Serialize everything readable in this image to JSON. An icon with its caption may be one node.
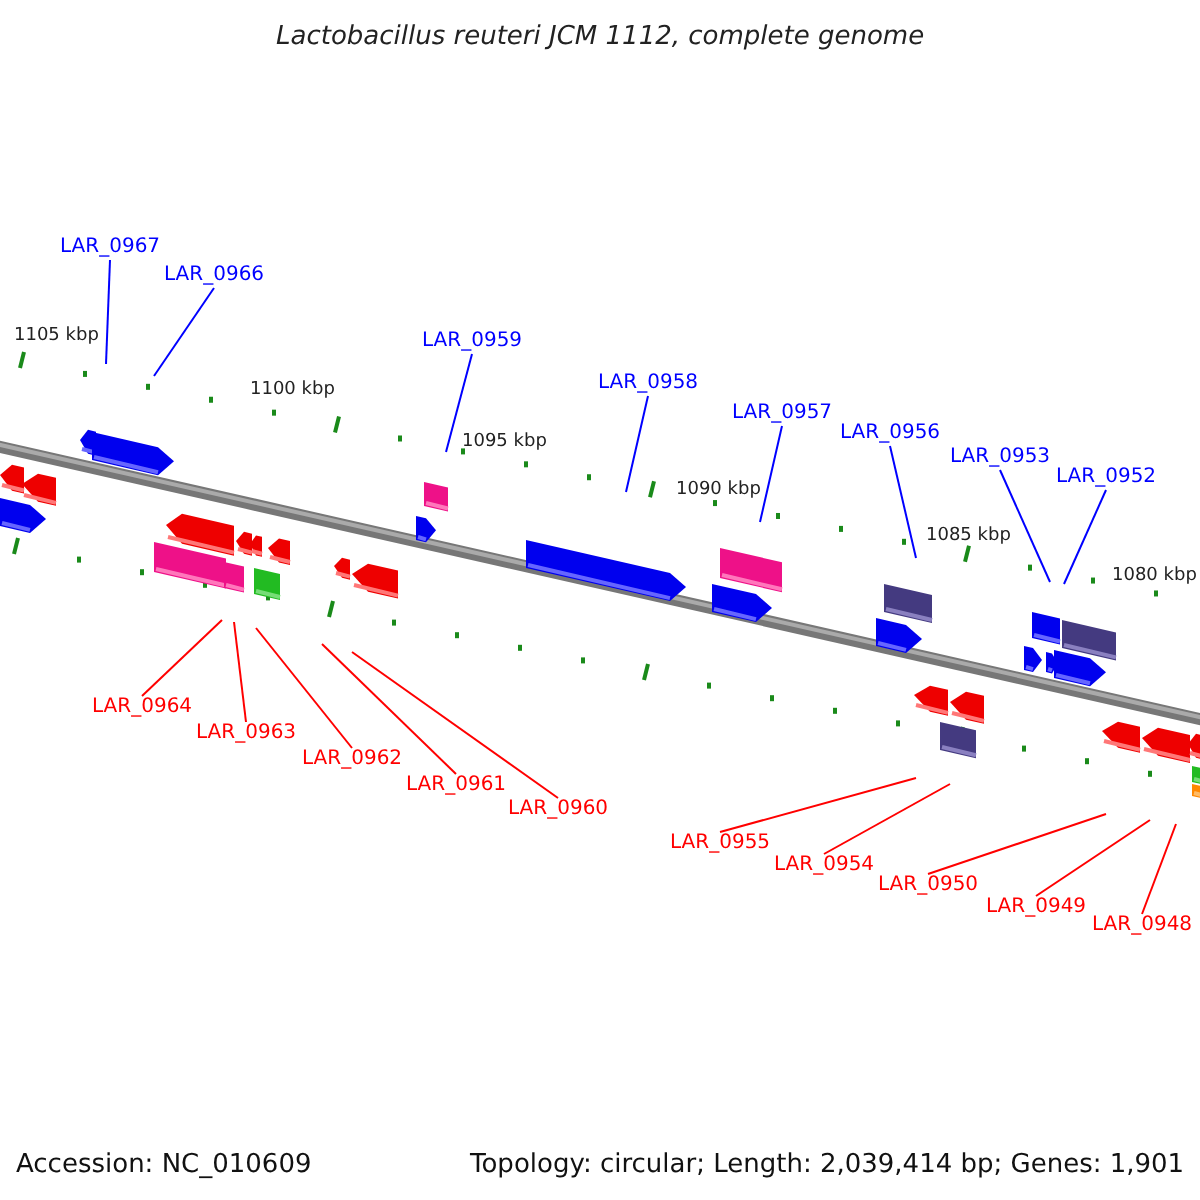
{
  "diagram": {
    "title": "Lactobacillus reuteri JCM 1112, complete genome",
    "nodes": [
      {
        "text": [
          "LAR_0967"
        ]
      },
      {
        "text": [
          "LAR_0966"
        ]
      },
      {
        "text": [
          "LAR_0959"
        ]
      },
      {
        "text": [
          "LAR_0958"
        ]
      },
      {
        "text": [
          "LAR_0957"
        ]
      },
      {
        "text": [
          "LAR_0956"
        ]
      },
      {
        "text": [
          "LAR_0953"
        ]
      },
      {
        "text": [
          "LAR_0952"
        ]
      },
      {
        "text": [
          "LAR_0964"
        ]
      },
      {
        "text": [
          "LAR_0963"
        ]
      },
      {
        "text": [
          "LAR_0962"
        ]
      },
      {
        "text": [
          "LAR_0961"
        ]
      },
      {
        "text": [
          "LAR_0960"
        ]
      },
      {
        "text": [
          "LAR_0955"
        ]
      },
      {
        "text": [
          "LAR_0954"
        ]
      },
      {
        "text": [
          "LAR_0950"
        ]
      },
      {
        "text": [
          "LAR_0949"
        ]
      },
      {
        "text": [
          "LAR_0948"
        ]
      }
    ],
    "edges": [
      {
        "from": 0,
        "to": null,
        "arrow": "none",
        "color": "#0000ff"
      },
      {
        "from": 1,
        "to": null,
        "arrow": "none",
        "color": "#0000ff"
      },
      {
        "from": 2,
        "to": null,
        "arrow": "none",
        "color": "#0000ff"
      },
      {
        "from": 3,
        "to": null,
        "arrow": "none",
        "color": "#0000ff"
      },
      {
        "from": 4,
        "to": null,
        "arrow": "none",
        "color": "#0000ff"
      },
      {
        "from": 5,
        "to": null,
        "arrow": "none",
        "color": "#0000ff"
      },
      {
        "from": 6,
        "to": null,
        "arrow": "none",
        "color": "#0000ff"
      },
      {
        "from": 7,
        "to": null,
        "arrow": "none",
        "color": "#0000ff"
      },
      {
        "from": 8,
        "to": null,
        "arrow": "none"
      },
      {
        "from": 9,
        "to": null,
        "arrow": "none"
      },
      {
        "from": 10,
        "to": null,
        "arrow": "none"
      },
      {
        "from": 11,
        "to": null,
        "arrow": "none"
      },
      {
        "from": 12,
        "to": null,
        "arrow": "none"
      },
      {
        "from": 13,
        "to": null,
        "arrow": "none"
      },
      {
        "from": 14,
        "to": null,
        "arrow": "none"
      },
      {
        "from": 15,
        "to": null,
        "arrow": "none"
      },
      {
        "from": 16,
        "to": null,
        "arrow": "none"
      },
      {
        "from": 17,
        "to": null,
        "arrow": "none"
      }
    ],
    "labels": [
      "1105 kbp",
      "1100 kbp",
      "1095 kbp",
      "1090 kbp",
      "1085 kbp",
      "1080 kbp",
      "Accession: NC_010609",
      "Topology: circular; Length: 2,039,414 bp; Genes: 1,901"
    ]
  }
}
